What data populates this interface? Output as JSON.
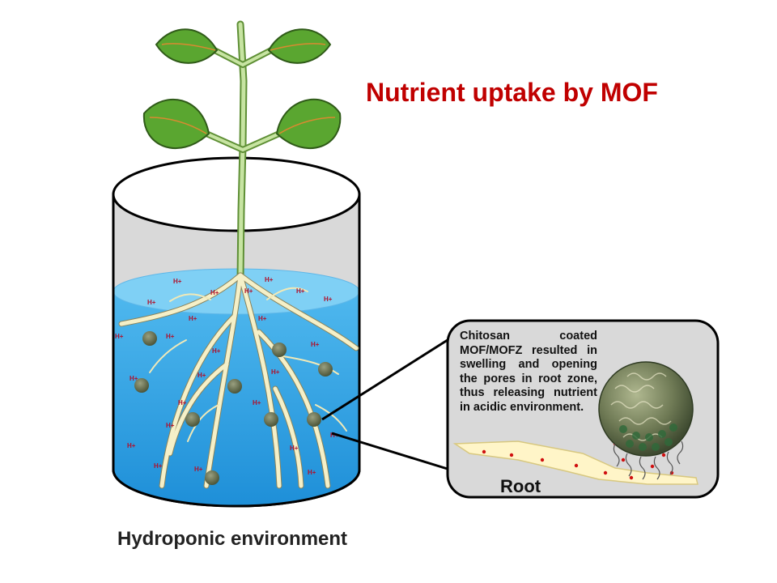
{
  "title": "Nutrient uptake by MOF",
  "caption": "Hydroponic environment",
  "callout": {
    "text": "Chitosan coated MOF/MOFZ resulted in swelling and opening the pores in root zone, thus releasing nutrient in acidic environment.",
    "root_label": "Root"
  },
  "ion_label": "H+",
  "colors": {
    "title": "#c00000",
    "water": "#2ea3e6",
    "leaf": "#5aa630",
    "stem": "#b7dc8c",
    "root": "#f5f0c8",
    "nutrient_dot": "#d01010"
  }
}
